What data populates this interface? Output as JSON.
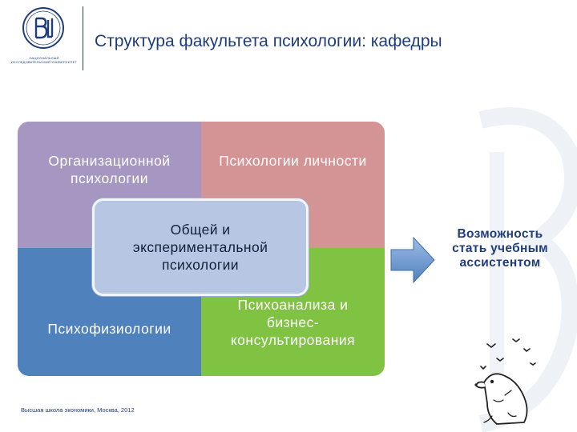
{
  "header": {
    "title": "Структура факультета психологии: кафедры",
    "logo_text": "НАЦИОНАЛЬНЫЙ ИССЛЕДОВАТЕЛЬСКИЙ УНИВЕРСИТЕТ"
  },
  "diagram": {
    "top_left": "Организационной психологии",
    "top_right": "Психологии личности",
    "center": "Общей и экспериментальной психологии",
    "bottom_left": "Психофизиологии",
    "bottom_right": "Психоанализа и бизнес-консультирования"
  },
  "side": {
    "opportunity": "Возможность стать учебным ассистентом"
  },
  "footer": {
    "text": "Высшая школа экономики, Москва, 2012"
  },
  "colors": {
    "brand": "#1f3d7a",
    "top_left": "#a597c2",
    "top_right": "#d49496",
    "bottom_left": "#4f81bd",
    "bottom_right": "#80c342",
    "center": "#b7c6e2",
    "arrow": "#4f81bd"
  }
}
